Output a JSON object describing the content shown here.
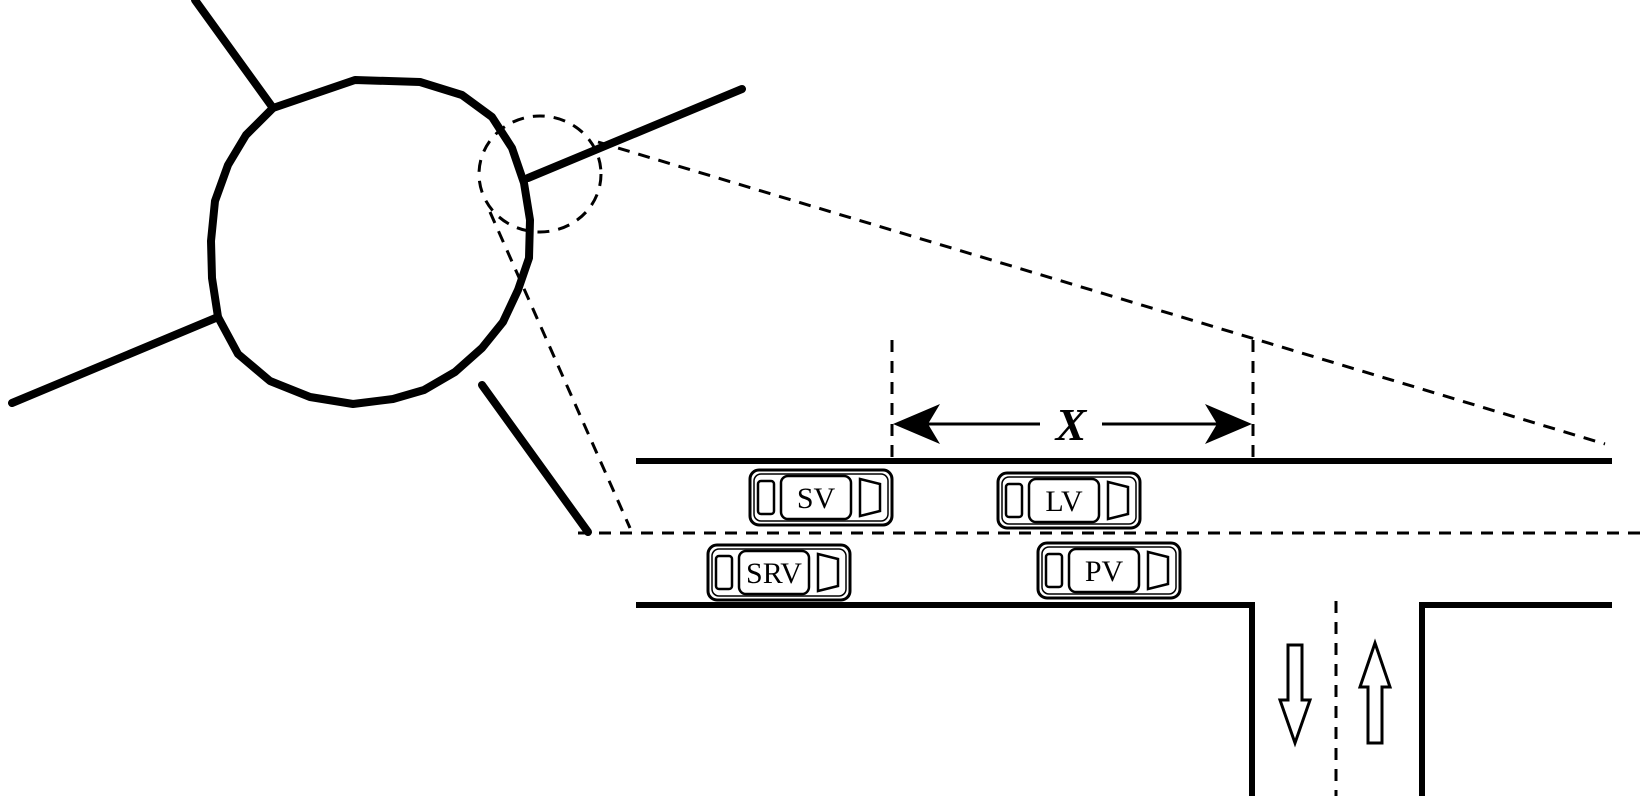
{
  "distance_label": "X",
  "vehicles": {
    "sv": "SV",
    "lv": "LV",
    "srv": "SRV",
    "pv": "PV"
  }
}
